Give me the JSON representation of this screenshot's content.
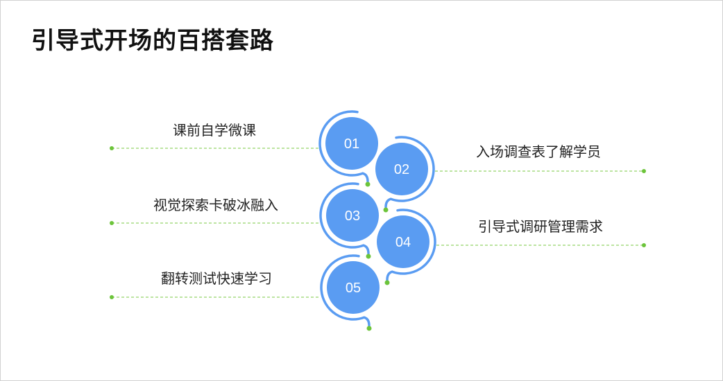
{
  "title": "引导式开场的百搭套路",
  "colors": {
    "circle": "#5a9cf2",
    "arc": "#5a9cf2",
    "line": "#7ac943",
    "dot": "#6cc43a"
  },
  "steps": [
    {
      "num": "01",
      "label": "课前自学微课",
      "side": "left"
    },
    {
      "num": "02",
      "label": "入场调查表了解学员",
      "side": "right"
    },
    {
      "num": "03",
      "label": "视觉探索卡破冰融入",
      "side": "left"
    },
    {
      "num": "04",
      "label": "引导式调研管理需求",
      "side": "right"
    },
    {
      "num": "05",
      "label": "翻转测试快速学习",
      "side": "left"
    }
  ]
}
